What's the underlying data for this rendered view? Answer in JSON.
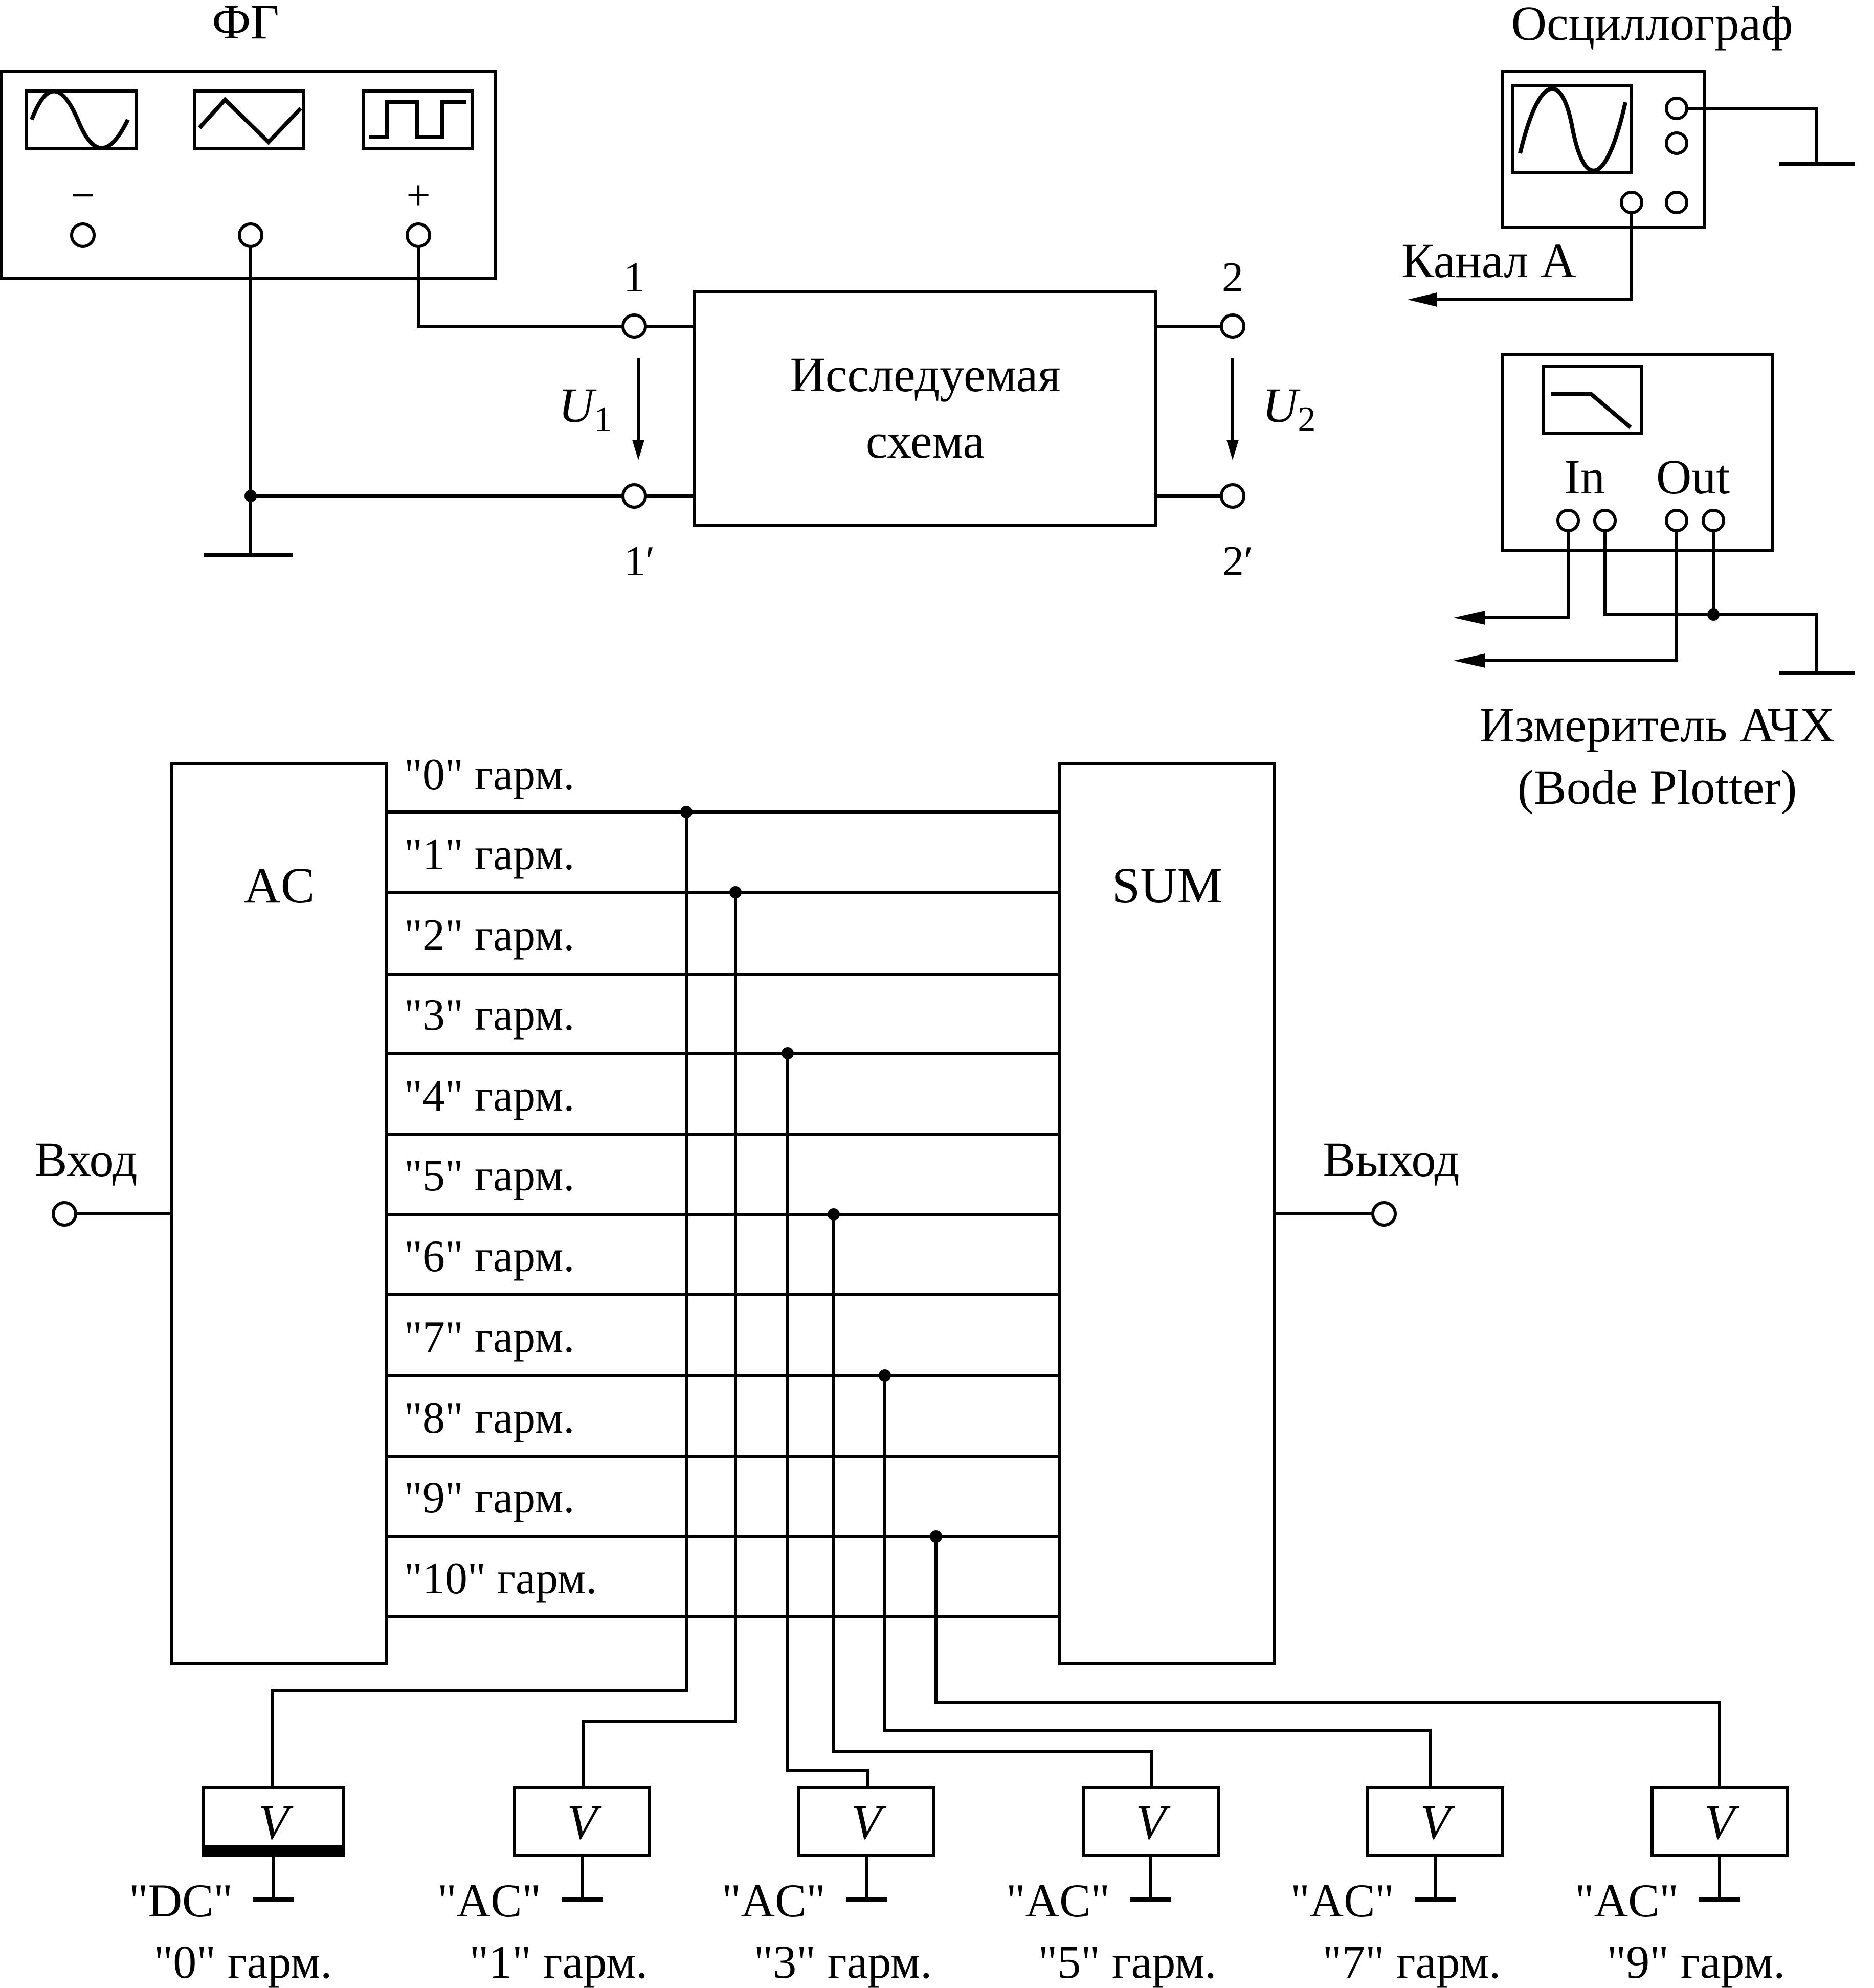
{
  "fg": {
    "label": "ФГ",
    "minus_sign": "−",
    "plus_sign": "+",
    "waveform_icons": [
      "sine-wave-icon",
      "triangle-wave-icon",
      "square-wave-icon"
    ]
  },
  "circuit": {
    "label_line1": "Исследуемая",
    "label_line2": "схема",
    "terminal_1": "1",
    "terminal_1p": "1′",
    "terminal_2": "2",
    "terminal_2p": "2′",
    "u1_symbol": "U",
    "u1_sub": "1",
    "u2_symbol": "U",
    "u2_sub": "2"
  },
  "oscilloscope": {
    "label": "Осциллограф",
    "channel_label": "Канал А",
    "screen_icon": "sine-wave-icon"
  },
  "bode": {
    "in_label": "In",
    "out_label": "Out",
    "caption_line1": "Измеритель АЧХ",
    "caption_line2": "(Bode Plotter)",
    "screen_icon": "lowpass-response-icon"
  },
  "analyzer": {
    "ac_label": "AC",
    "sum_label": "SUM",
    "input_label": "Вход",
    "output_label": "Выход",
    "harmonics": [
      "\"0\" гарм.",
      "\"1\" гарм.",
      "\"2\" гарм.",
      "\"3\" гарм.",
      "\"4\" гарм.",
      "\"5\" гарм.",
      "\"6\" гарм.",
      "\"7\" гарм.",
      "\"8\" гарм.",
      "\"9\" гарм.",
      "\"10\" гарм."
    ]
  },
  "voltmeters": [
    {
      "symbol": "V",
      "mode": "\"DC\"",
      "harmonic": "\"0\" гарм."
    },
    {
      "symbol": "V",
      "mode": "\"AC\"",
      "harmonic": "\"1\" гарм."
    },
    {
      "symbol": "V",
      "mode": "\"AC\"",
      "harmonic": "\"3\" гарм."
    },
    {
      "symbol": "V",
      "mode": "\"AC\"",
      "harmonic": "\"5\" гарм."
    },
    {
      "symbol": "V",
      "mode": "\"AC\"",
      "harmonic": "\"7\" гарм."
    },
    {
      "symbol": "V",
      "mode": "\"AC\"",
      "harmonic": "\"9\" гарм."
    }
  ]
}
